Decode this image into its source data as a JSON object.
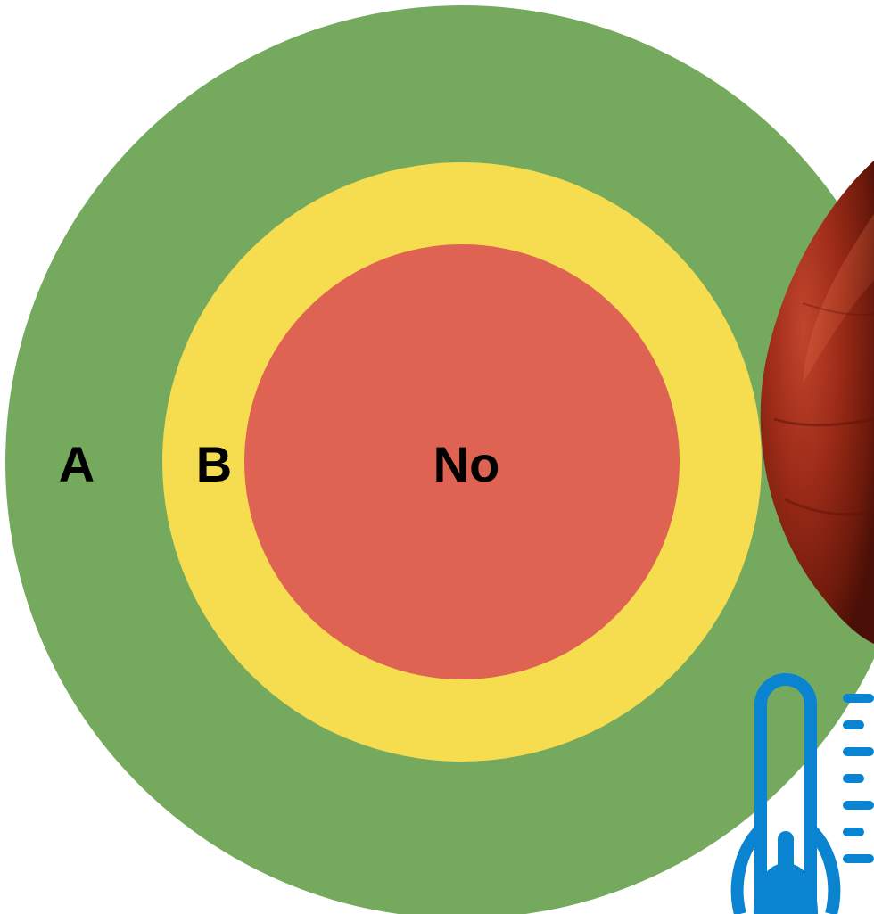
{
  "diagram": {
    "rings": [
      {
        "label": "A",
        "color": "#75aa5e"
      },
      {
        "label": "B",
        "color": "#f6dd50"
      },
      {
        "label": "No",
        "color": "#de6352"
      }
    ],
    "decorations": {
      "photo": "tomato",
      "icon": "thermometer-icon",
      "icon_color": "#0a84d0"
    }
  }
}
